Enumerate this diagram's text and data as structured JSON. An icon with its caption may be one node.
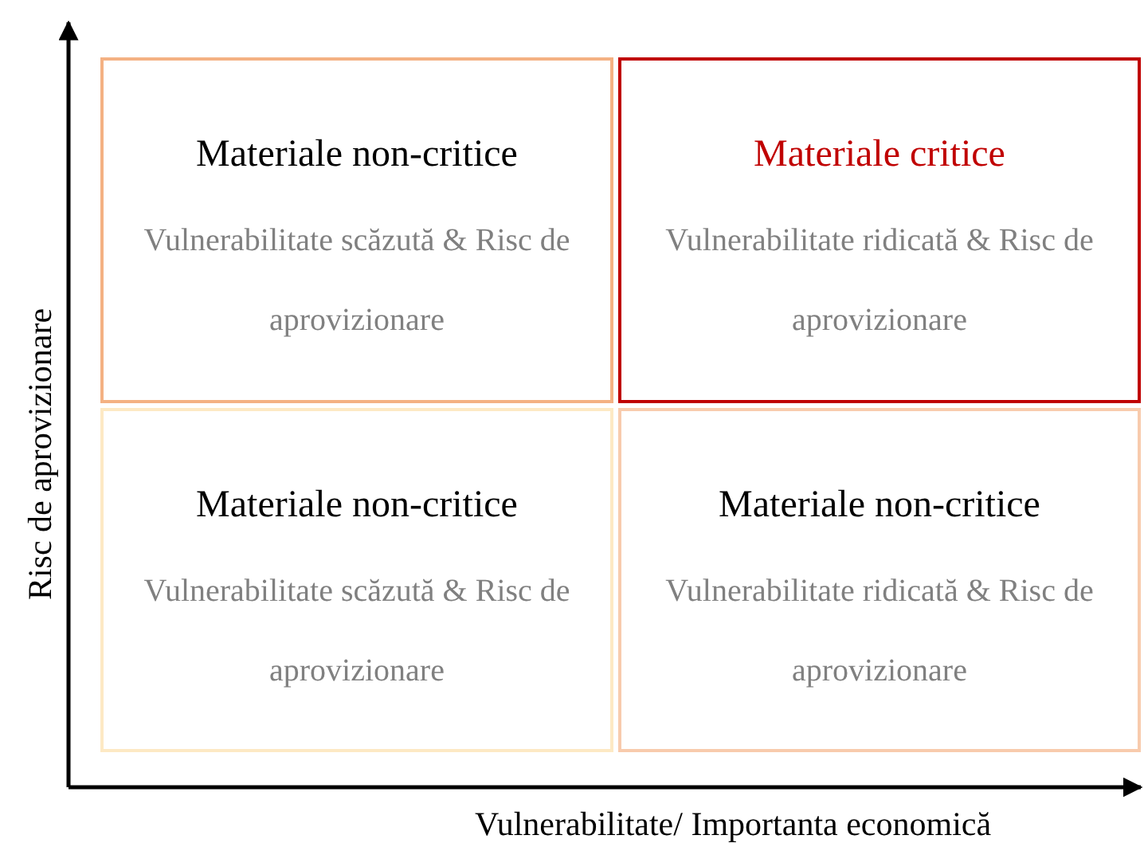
{
  "diagram": {
    "nodes": [
      {
        "text": [
          "Materiale non-critice",
          "Vulnerabilitate scăzută & Risc de aprovizionare"
        ]
      },
      {
        "text": [
          "Materiale critice",
          "Vulnerabilitate ridicată & Risc de aprovizionare"
        ]
      },
      {
        "text": [
          "Materiale non-critice",
          "Vulnerabilitate scăzută & Risc de aprovizionare"
        ]
      },
      {
        "text": [
          "Materiale non-critice",
          "Vulnerabilitate ridicată & Risc de aprovizionare"
        ]
      }
    ],
    "labels": [
      "Risc de aprovizionare",
      "Vulnerabilitate/ Importanta economică"
    ]
  }
}
